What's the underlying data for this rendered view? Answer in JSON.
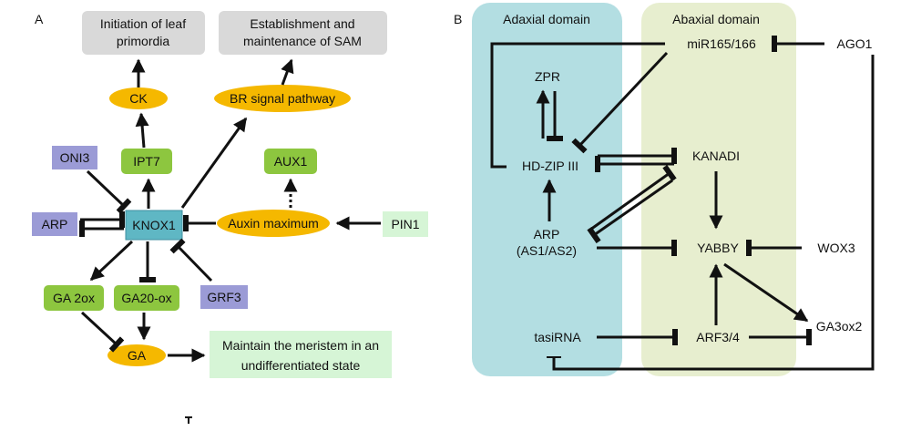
{
  "panelA": {
    "panel_label": "A",
    "nodes": {
      "initiation": [
        "Initiation of leaf",
        "primordia"
      ],
      "establishment": [
        "Establishment and",
        "maintenance of SAM"
      ],
      "ck": "CK",
      "br": "BR signal pathway",
      "oni3": "ONI3",
      "ipt7": "IPT7",
      "aux1": "AUX1",
      "arp": "ARP",
      "knox1": "KNOX1",
      "auxin": "Auxin maximum",
      "pin1": "PIN1",
      "ga2ox": "GA 2ox",
      "ga20ox": "GA20-ox",
      "grf3": "GRF3",
      "ga": "GA",
      "maintain": [
        "Maintain the meristem in an",
        "undifferentiated state"
      ]
    },
    "colors": {
      "grey": "#d9d9d9",
      "green": "#8dc63f",
      "purple": "#9b9bd6",
      "teal": "#5fb7c4",
      "yellow": "#f5b800",
      "light_green": "#d6f5d6"
    }
  },
  "panelB": {
    "panel_label": "B",
    "domains": {
      "adaxial": "Adaxial domain",
      "abaxial": "Abaxial domain"
    },
    "nodes": {
      "mir": "miR165/166",
      "ago1": "AGO1",
      "zpr": "ZPR",
      "hdzip": "HD-ZIP III",
      "kanadi": "KANADI",
      "arp": [
        "ARP",
        "(AS1/AS2)"
      ],
      "yabby": "YABBY",
      "wox3": "WOX3",
      "tasirna": "tasiRNA",
      "arf": "ARF3/4",
      "ga3ox2": "GA3ox2"
    },
    "colors": {
      "adaxial": "#b3dee2",
      "abaxial": "#e7eecf"
    }
  }
}
